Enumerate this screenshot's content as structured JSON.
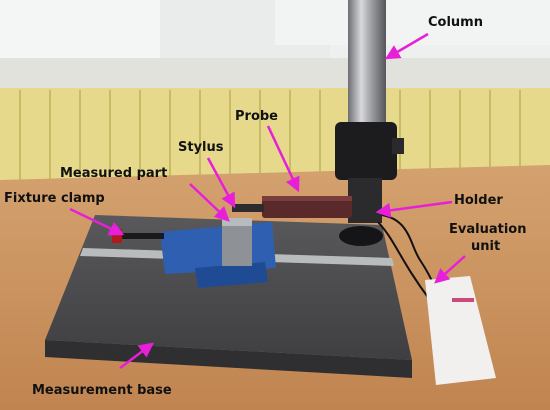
{
  "labels": {
    "column": "Column",
    "probe": "Probe",
    "stylus": "Stylus",
    "measured_part": "Measured part",
    "fixture_clamp": "Fixture clamp",
    "holder": "Holder",
    "evaluation_unit_line1": "Evaluation",
    "evaluation_unit_line2": "unit",
    "measurement_base": "Measurement base"
  },
  "colors": {
    "annotation_arrow": "#e81fd8",
    "label_text": "#111111",
    "wall": "#e6d98c",
    "table": "#c9935f",
    "granite": "#4a4a4c",
    "vise": "#2f5fb0",
    "probe_body": "#5a2a2a"
  }
}
